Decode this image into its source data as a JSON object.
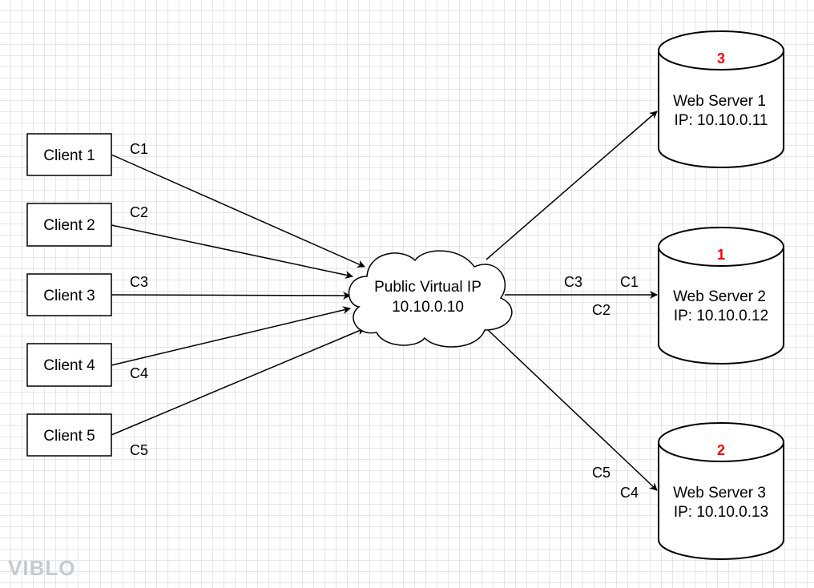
{
  "clients": [
    {
      "name": "Client 1"
    },
    {
      "name": "Client 2"
    },
    {
      "name": "Client 3"
    },
    {
      "name": "Client 4"
    },
    {
      "name": "Client 5"
    }
  ],
  "connections": [
    "C1",
    "C2",
    "C3",
    "C4",
    "C5"
  ],
  "virtual_ip": {
    "line1": "Public Virtual IP",
    "line2": "10.10.0.10"
  },
  "servers": [
    {
      "name": "Web Server 1",
      "ip": "IP: 10.10.0.11",
      "count": "3"
    },
    {
      "name": "Web Server 2",
      "ip": "IP: 10.10.0.12",
      "count": "1"
    },
    {
      "name": "Web Server 3",
      "ip": "IP: 10.10.0.13",
      "count": "2"
    }
  ],
  "server_links": {
    "server2": [
      "C3",
      "C1",
      "C2"
    ],
    "server3": [
      "C5",
      "C4"
    ]
  },
  "watermark": "VIBLO",
  "colors": {
    "count": "#ff0000",
    "line": "#000000",
    "grid": "#e6e6e6"
  }
}
